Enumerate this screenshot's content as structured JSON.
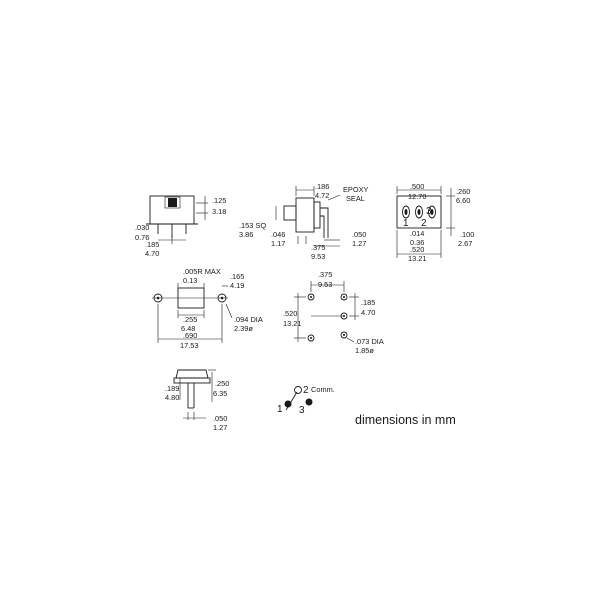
{
  "views": {
    "top_left": {
      "h_in": ".125",
      "h_mm": "3.18",
      "lead_in": ".030",
      "lead_mm": "0.76",
      "pitch_in": ".185",
      "pitch_mm": "4.70"
    },
    "top_middle": {
      "w_in": ".186",
      "w_mm": "4.72",
      "seal_line1": "EPOXY",
      "seal_line2": "SEAL",
      "sq_in": ".153 SQ",
      "sq_mm": "3.86",
      "a_in": ".046",
      "a_mm": "1.17",
      "b_in": ".375",
      "b_mm": "9.53",
      "c_in": ".050",
      "c_mm": "1.27"
    },
    "top_right": {
      "w_in": ".500",
      "w_mm": "12.70",
      "h_in": ".260",
      "h_mm": "6.60",
      "t_in": ".014",
      "t_mm": "0.36",
      "l_in": ".520",
      "l_mm": "13.21",
      "p_in": ".100",
      "p_mm": "2.67",
      "pins": [
        "1",
        "2",
        "3"
      ]
    },
    "mid_left": {
      "r_in": ".005R MAX",
      "r_mm": "0.13",
      "h_in": ".165",
      "h_mm": "4.19",
      "p_in": ".255",
      "p_mm": "6.48",
      "l_in": ".690",
      "l_mm": "17.53",
      "dia_in": ".094 DIA",
      "dia_mm": "2.39ø"
    },
    "mid_right": {
      "a_in": ".375",
      "a_mm": "9.53",
      "b_in": ".185",
      "b_mm": "4.70",
      "c_in": ".520",
      "c_mm": "13.21",
      "dia_in": ".073 DIA",
      "dia_mm": "1.85ø"
    },
    "bottom_left": {
      "a_in": ".189",
      "a_mm": "4.80",
      "b_in": ".250",
      "b_mm": "6.35",
      "c_in": ".050",
      "c_mm": "1.27"
    }
  },
  "schematic": {
    "pin1": "1",
    "pin2": "2",
    "pin3": "3",
    "common_label": "Comm."
  },
  "caption": "dimensions in mm"
}
